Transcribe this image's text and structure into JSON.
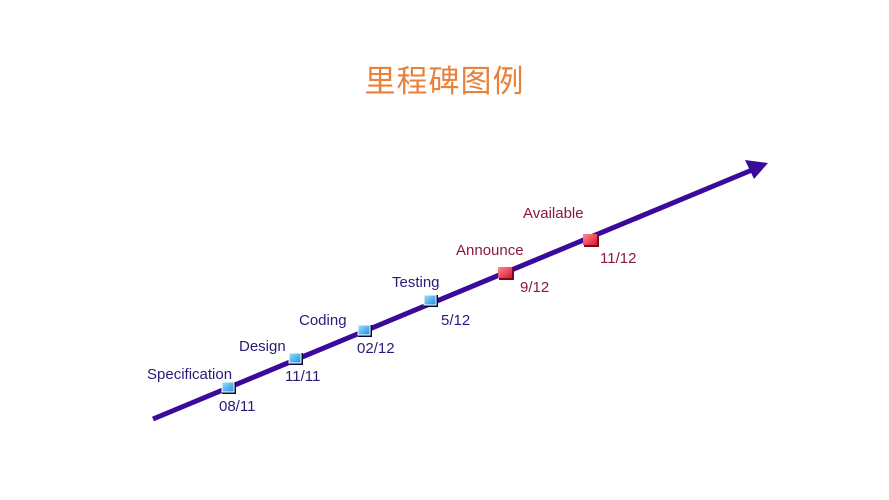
{
  "title": "里程碑图例",
  "colors": {
    "title": "#e8813a",
    "timeline": "#3a0a9a",
    "done_marker": "#3aa8e8",
    "future_marker": "#e8283a",
    "done_text": "#2a1a78",
    "future_text": "#8b1a3a"
  },
  "milestones": [
    {
      "name": "Specification",
      "date": "08/11",
      "status": "done"
    },
    {
      "name": "Design",
      "date": "11/11",
      "status": "done"
    },
    {
      "name": "Coding",
      "date": "02/12",
      "status": "done"
    },
    {
      "name": "Testing",
      "date": "5/12",
      "status": "done"
    },
    {
      "name": "Announce",
      "date": "9/12",
      "status": "future"
    },
    {
      "name": "Available",
      "date": "11/12",
      "status": "future"
    }
  ]
}
